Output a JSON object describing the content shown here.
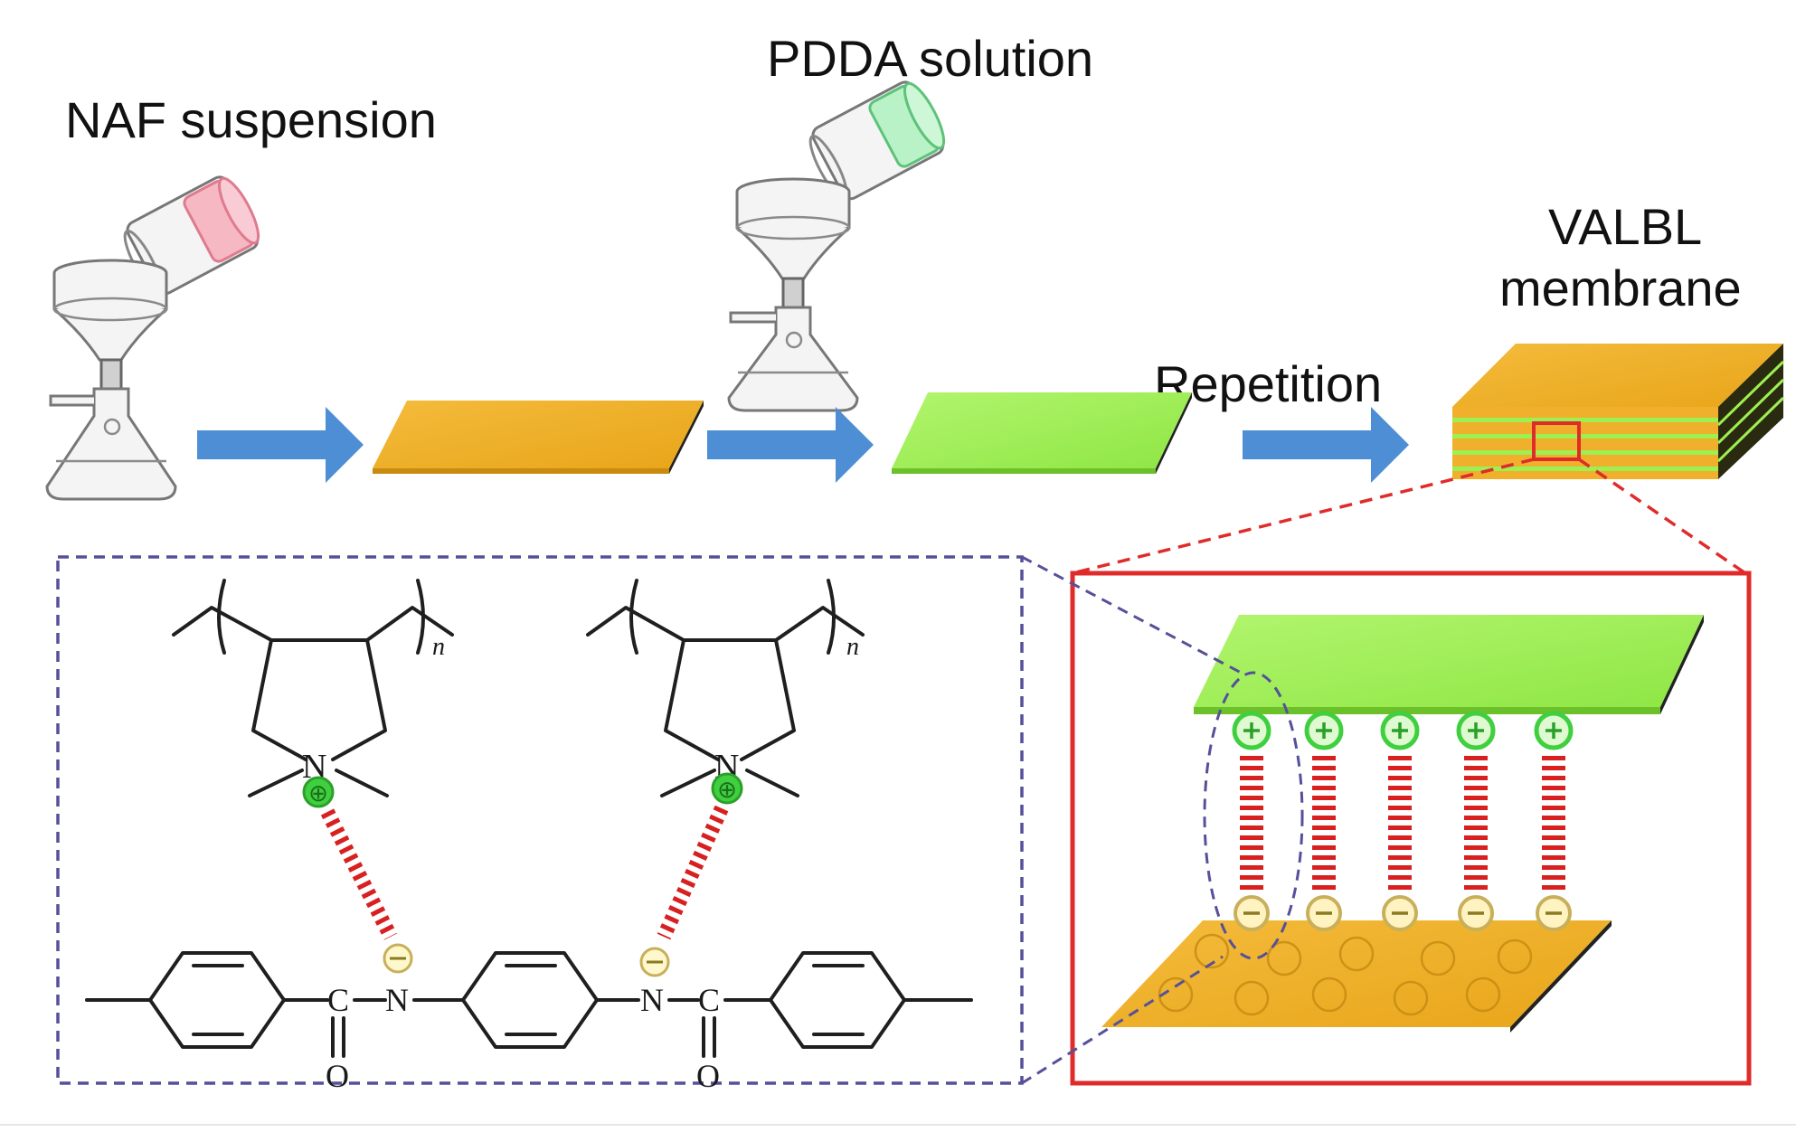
{
  "labels": {
    "naf_suspension": "NAF suspension",
    "pdda_solution": "PDDA solution",
    "repetition": "Repetition",
    "valbl_line1": "VALBL",
    "valbl_line2": "membrane"
  },
  "chemistry": {
    "nitrogen": "N",
    "carbon": "C",
    "oxygen": "O",
    "subscript_n": "n"
  },
  "colors": {
    "naf_layer": "#f2b02a",
    "pdda_layer": "#9cf051",
    "arrow": "#4d8ed4",
    "red_zoom": "#e02b2b",
    "purple_dash": "#55509a",
    "bond_red": "#d82020",
    "cation": "#3fcf3f",
    "anion": "#c8b05a"
  }
}
